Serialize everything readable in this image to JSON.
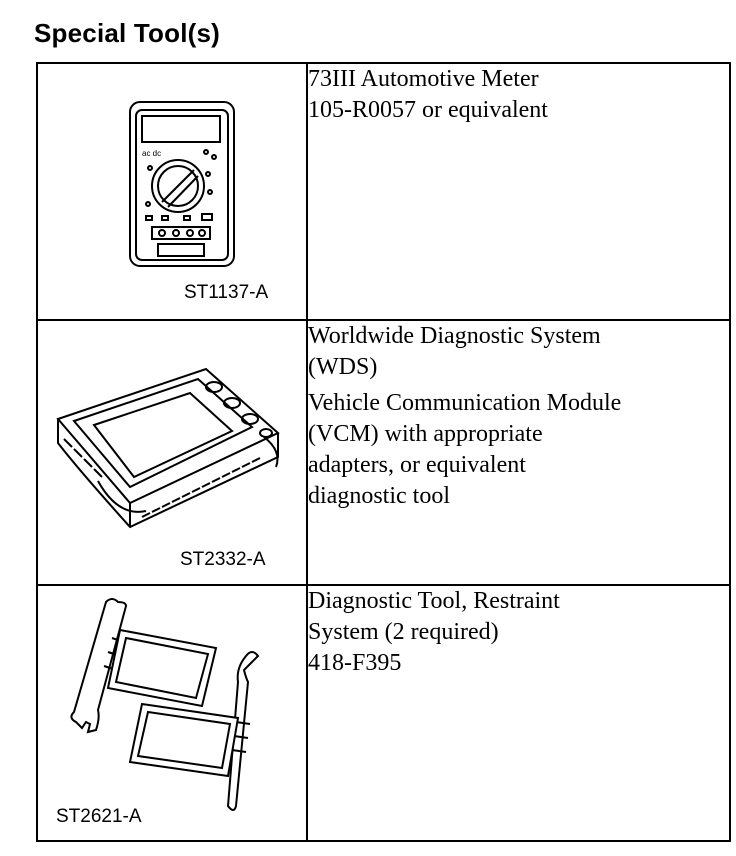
{
  "page": {
    "title": "Special Tool(s)"
  },
  "tools": [
    {
      "figure_code": "ST1137-A",
      "icon": "multimeter-icon",
      "lines": [
        "73III Automotive Meter",
        "105-R0057 or equivalent"
      ]
    },
    {
      "figure_code": "ST2332-A",
      "icon": "diagnostic-system-icon",
      "lines": [
        "Worldwide Diagnostic System",
        "(WDS)"
      ],
      "lines2": [
        "Vehicle Communication Module",
        "(VCM) with appropriate",
        "adapters, or equivalent",
        "diagnostic tool"
      ]
    },
    {
      "figure_code": "ST2621-A",
      "icon": "restraint-tool-icon",
      "lines": [
        "Diagnostic Tool, Restraint",
        "System (2 required)",
        "418-F395"
      ]
    }
  ]
}
